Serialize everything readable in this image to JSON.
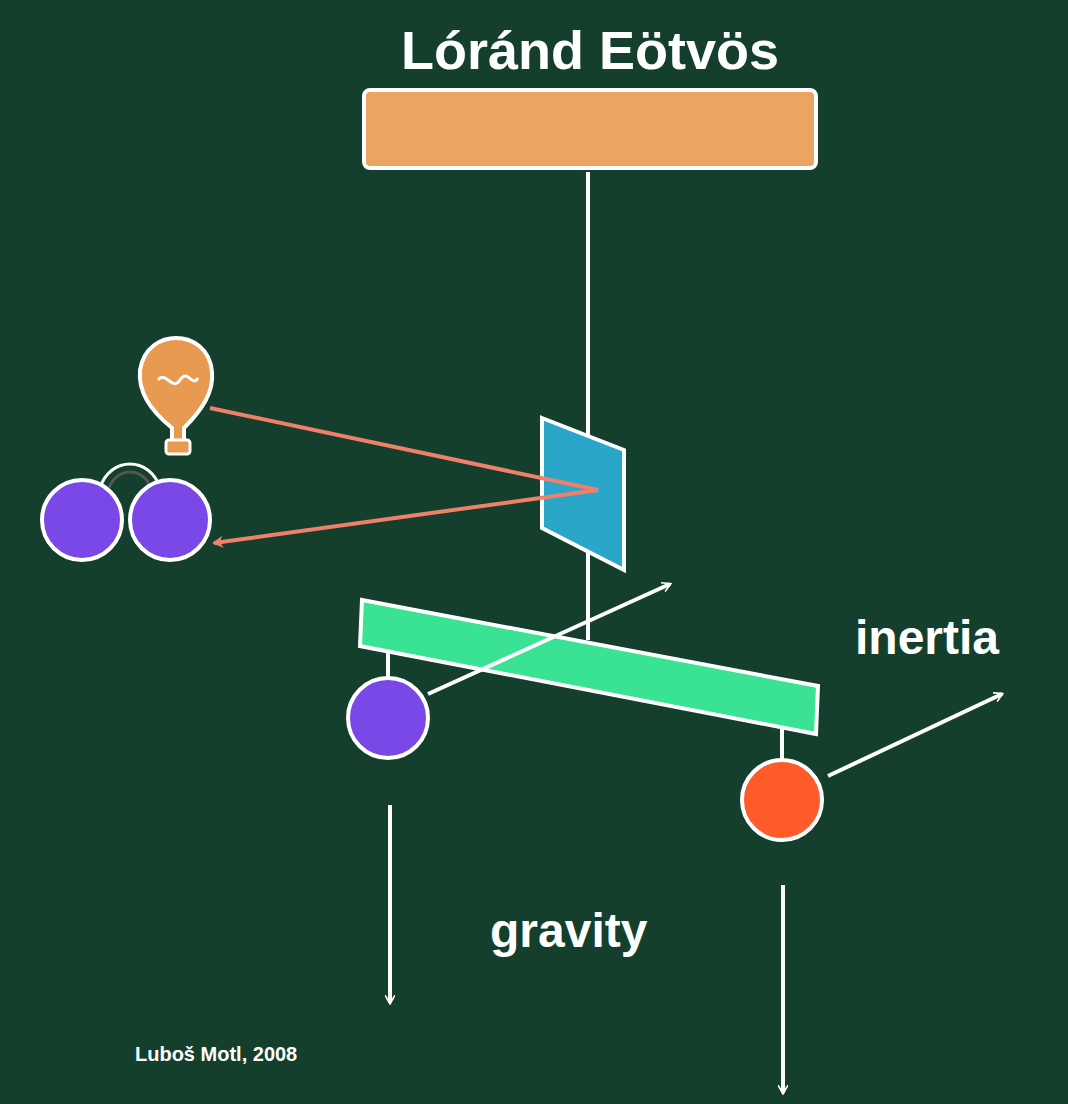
{
  "diagram": {
    "nodes": [
      {
        "text": [
          "Lóránd Eötvös"
        ]
      }
    ],
    "labels": [
      "inertia",
      "gravity",
      "Luboš Motl, 2008"
    ]
  }
}
